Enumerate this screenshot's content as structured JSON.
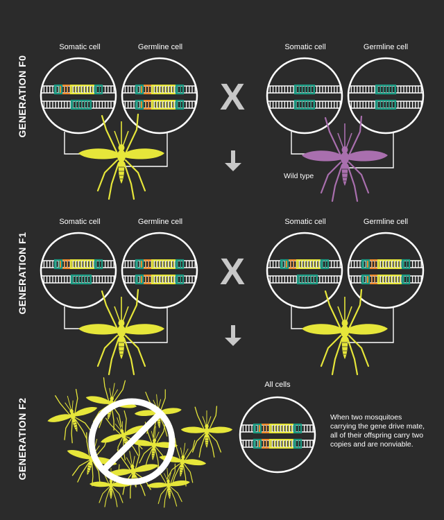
{
  "generations": {
    "f0": "GENERATION F0",
    "f1": "GENERATION F1",
    "f2": "GENERATION F2"
  },
  "labels": {
    "somatic": "Somatic cell",
    "germline": "Germline cell",
    "all_cells": "All cells",
    "wild_type": "Wild type",
    "cross": "X",
    "note": "When two mosquitoes carrying the gene drive mate, all of their offspring carry two copies and are nonviable."
  },
  "colors": {
    "background": "#2b2b2b",
    "gene_drive_mosquito": "#e6e63a",
    "wild_type_mosquito": "#a96fae",
    "teal_marker": "#1a9a82",
    "orange_gene": "#f08a2a",
    "yellow_gene": "#e6e63a",
    "dna_white": "#ffffff",
    "arrow_gray": "#c8c8c8",
    "prohibition": "#ffffff"
  },
  "icons": {
    "cross": "multiply-icon",
    "arrow": "arrow-down-icon",
    "ban": "prohibition-icon"
  }
}
